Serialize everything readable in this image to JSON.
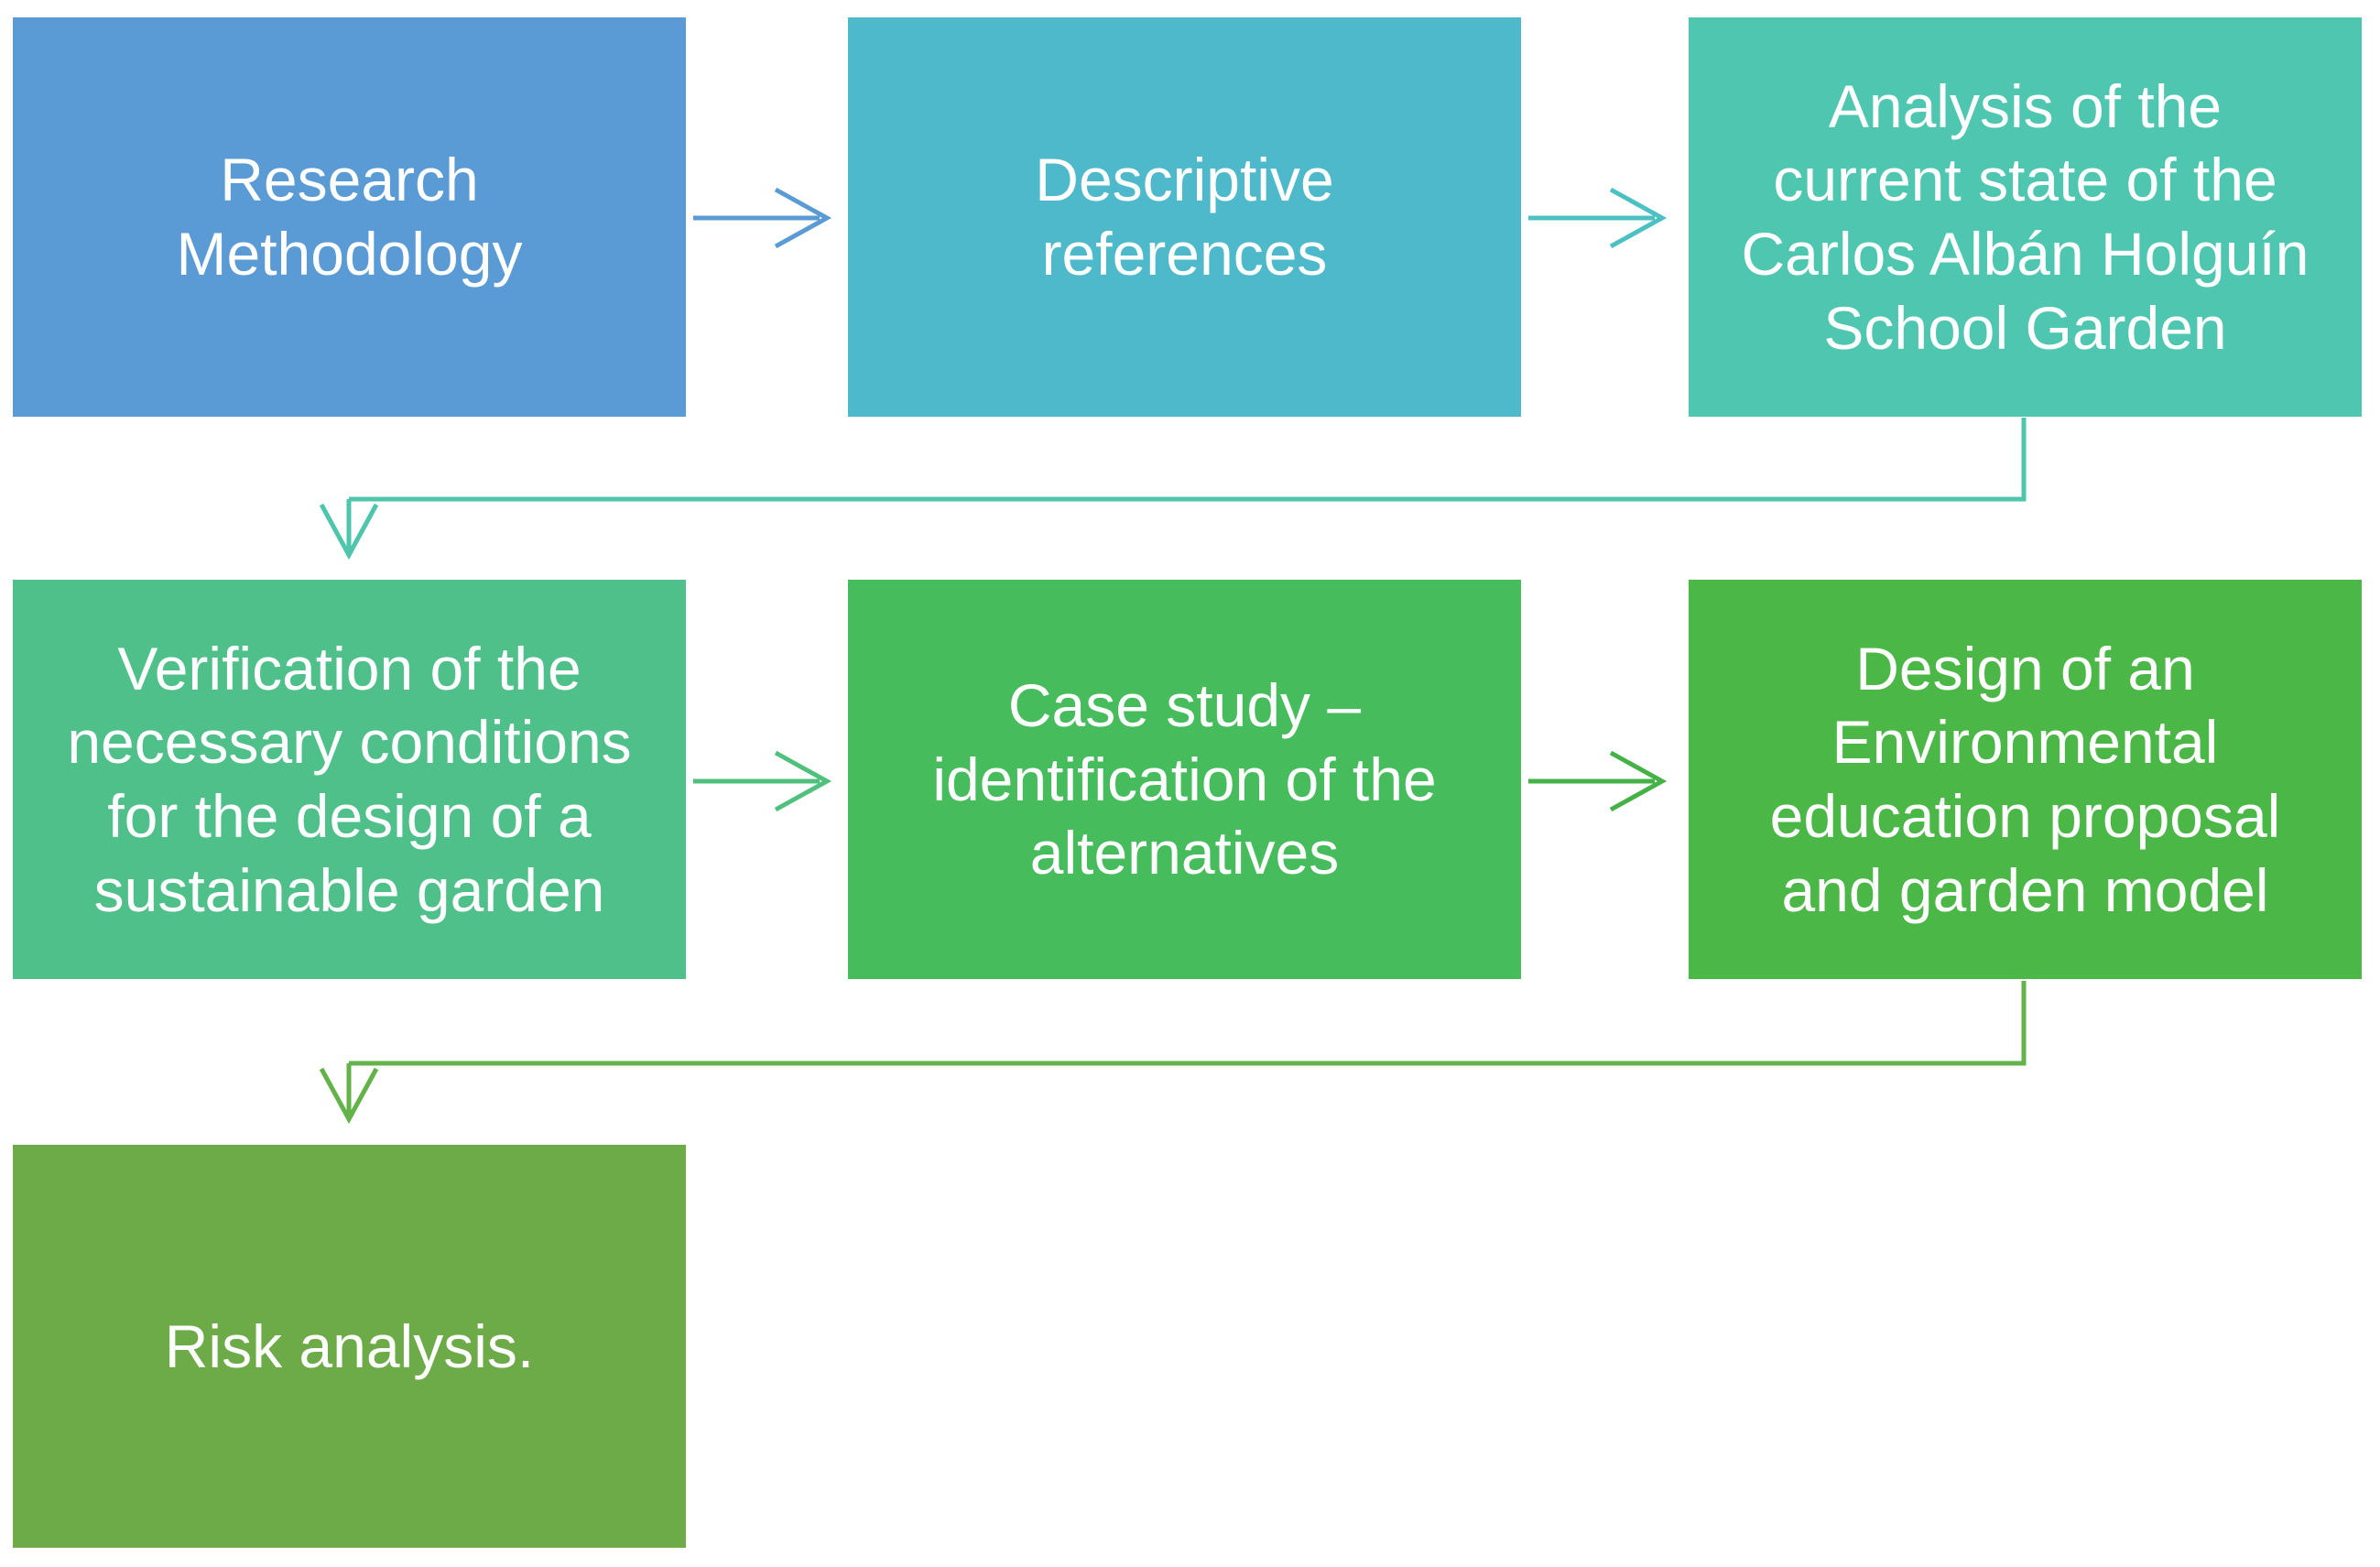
{
  "diagram": {
    "background": "#FFFFFF",
    "text_color": "#FFFFFF",
    "boxes": [
      {
        "id": "research-methodology",
        "label": "Research Methodology",
        "color": "#5B9BD5"
      },
      {
        "id": "descriptive-references",
        "label": "Descriptive references",
        "color": "#4DB9CB"
      },
      {
        "id": "analysis-current-state",
        "label": "Analysis of the current state of the Carlos Albán Holguín School Garden",
        "color": "#4FC6B0"
      },
      {
        "id": "verification-conditions",
        "label": "Verification of the necessary conditions for the design of a sustainable garden",
        "color": "#4FC08A"
      },
      {
        "id": "case-study",
        "label": "Case study – identification of the alternatives",
        "color": "#47BC5D"
      },
      {
        "id": "design-proposal",
        "label": "Design of an Environmental education proposal and garden model",
        "color": "#4BB747"
      },
      {
        "id": "risk-analysis",
        "label": "Risk analysis.",
        "color": "#6CAB47"
      }
    ],
    "connectors": {
      "research_to_descriptive": {
        "color": "#5B9BD5"
      },
      "descriptive_to_analysis": {
        "color": "#4DC0C3"
      },
      "analysis_to_verification": {
        "color": "#4FC6AB"
      },
      "verification_to_casestudy": {
        "color": "#4FC17C"
      },
      "casestudy_to_design": {
        "color": "#45B248"
      },
      "design_to_risk": {
        "color": "#63B24A"
      }
    }
  }
}
